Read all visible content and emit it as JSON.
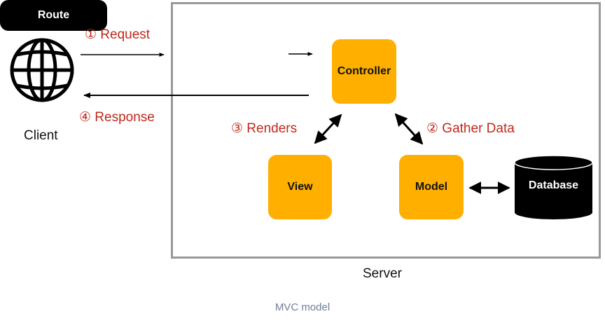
{
  "diagram": {
    "caption": "MVC model",
    "client": {
      "label": "Client",
      "icon": "globe-icon"
    },
    "server": {
      "label": "Server"
    },
    "nodes": {
      "route": "Route",
      "controller": "Controller",
      "view": "View",
      "model": "Model",
      "database": "Database"
    },
    "edges": {
      "request": "① Request",
      "response": "④ Response",
      "renders": "③ Renders",
      "gather_data": "② Gather Data"
    },
    "colors": {
      "component_fill": "#FFAF00",
      "step_label": "#C0281B",
      "server_border": "#999999",
      "caption": "#6F7F99"
    }
  }
}
